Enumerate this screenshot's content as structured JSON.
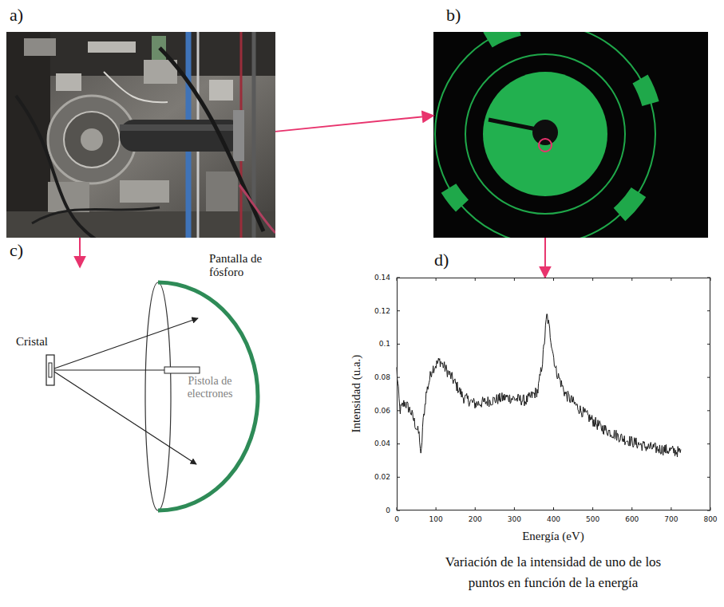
{
  "diagram": {
    "caption": "Variación de la intensidad de uno de los puntos en función de la energía",
    "nodes": [
      {
        "text": [
          "a)"
        ]
      },
      {
        "text": [
          "b)"
        ]
      },
      {
        "text": [
          "c)"
        ]
      },
      {
        "text": [
          "d)"
        ]
      }
    ],
    "edges": [
      {
        "from": 0,
        "to": 1,
        "arrow": "to"
      },
      {
        "from": 0,
        "to": 2,
        "arrow": "to"
      },
      {
        "from": 1,
        "to": 3,
        "arrow": "to"
      }
    ],
    "labels": [
      "Pantalla de fósforo",
      "Cristal",
      "Pistola de electrones",
      "0.14",
      "0.12",
      "0.1",
      "0.08",
      "0.06",
      "0.04",
      "0.02",
      "0",
      "0",
      "100",
      "200",
      "300",
      "400",
      "500",
      "600",
      "700",
      "800",
      "Intensidad (u.a.)",
      "Energía (eV)"
    ]
  }
}
